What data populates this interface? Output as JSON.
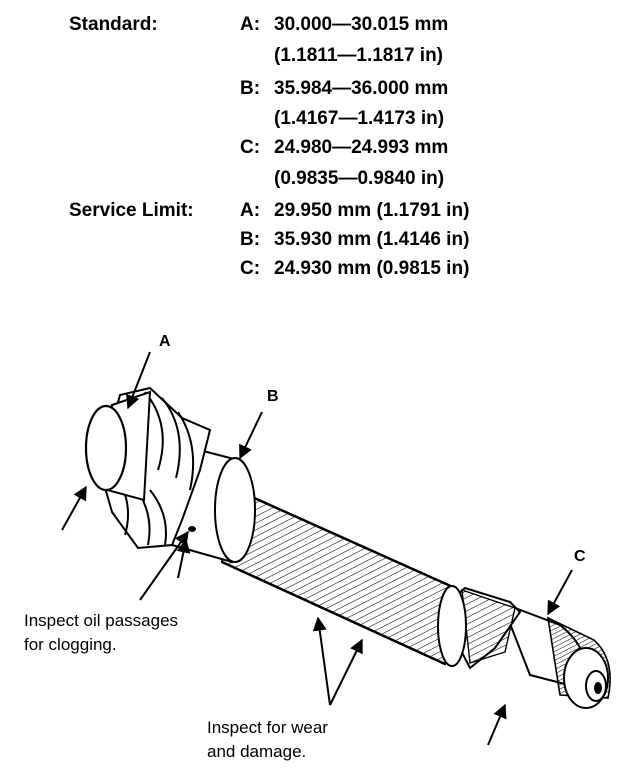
{
  "specs": {
    "standard_label": "Standard:",
    "service_limit_label": "Service Limit:",
    "standard": [
      {
        "key": "A:",
        "mm": "30.000—30.015 mm",
        "inch": "(1.1811—1.1817 in)"
      },
      {
        "key": "B:",
        "mm": "35.984—36.000 mm",
        "inch": "(1.4167—1.4173 in)"
      },
      {
        "key": "C:",
        "mm": "24.980—24.993 mm",
        "inch": "(0.9835—0.9840 in)"
      }
    ],
    "service_limit": [
      {
        "key": "A:",
        "value": "29.950 mm (1.1791 in)"
      },
      {
        "key": "B:",
        "value": "35.930 mm (1.4146 in)"
      },
      {
        "key": "C:",
        "value": "24.930 mm (0.9815 in)"
      }
    ]
  },
  "callouts": {
    "a": "A",
    "b": "B",
    "c": "C"
  },
  "notes": {
    "oil_line1": "Inspect oil passages",
    "oil_line2": "for clogging.",
    "wear_line1": "Inspect for wear",
    "wear_line2": "and damage."
  }
}
